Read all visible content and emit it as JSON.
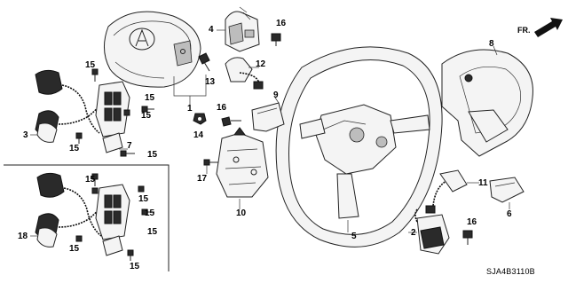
{
  "labels": {
    "p1": "1",
    "p2": "2",
    "p3": "3",
    "p4": "4",
    "p5": "5",
    "p6": "6",
    "p7": "7",
    "p8": "8",
    "p9": "9",
    "p10": "10",
    "p11": "11",
    "p12": "12",
    "p13": "13",
    "p14": "14",
    "p15a": "15",
    "p15b": "15",
    "p15c": "15",
    "p15d": "15",
    "p15e": "15",
    "p15f": "15",
    "p15g": "15",
    "p15h": "15",
    "p15i": "15",
    "p15j": "15",
    "p15k": "15",
    "p16a": "16",
    "p16b": "16",
    "p16c": "16",
    "p17": "17",
    "p18": "18"
  },
  "diagram_code": "SJA4B3110B",
  "direction_label": "FR."
}
